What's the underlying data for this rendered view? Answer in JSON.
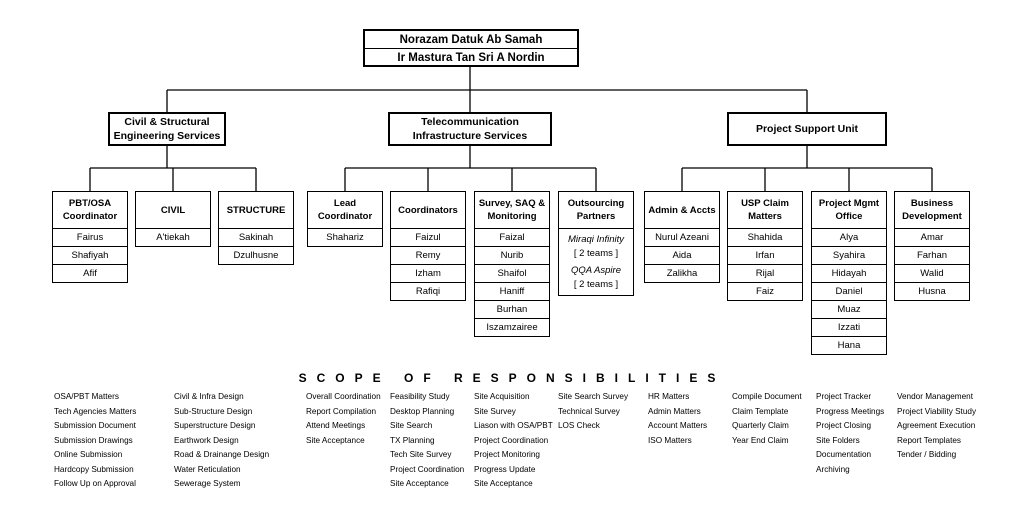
{
  "head": {
    "names": [
      "Norazam Datuk Ab Samah",
      "Ir Mastura Tan Sri A Nordin"
    ]
  },
  "divisions": [
    {
      "name": "Civil & Structural\nEngineering Services"
    },
    {
      "name": "Telecommunication\nInfrastructure Services"
    },
    {
      "name": "Project Support Unit"
    }
  ],
  "teams": [
    {
      "name": "PBT/OSA\nCoordinator",
      "members": [
        "Fairus",
        "Shafiyah",
        "Afif"
      ]
    },
    {
      "name": "CIVIL",
      "members": [
        "A'tiekah"
      ]
    },
    {
      "name": "STRUCTURE",
      "members": [
        "Sakinah",
        "Dzulhusne"
      ]
    },
    {
      "name": "Lead\nCoordinator",
      "members": [
        "Shahariz"
      ]
    },
    {
      "name": "Coordinators",
      "members": [
        "Faizul",
        "Remy",
        "Izham",
        "Rafiqi"
      ]
    },
    {
      "name": "Survey, SAQ &\nMonitoring",
      "members": [
        "Faizal",
        "Nurib",
        "Shaifol",
        "Haniff",
        "Burhan",
        "Iszamzairee"
      ]
    },
    {
      "name": "Outsourcing\nPartners",
      "partners": [
        {
          "name": "Miraqi Infinity",
          "teams": "[ 2 teams ]"
        },
        {
          "name": "QQA Aspire",
          "teams": "[ 2 teams ]"
        }
      ]
    },
    {
      "name": "Admin & Accts",
      "members": [
        "Nurul Azeani",
        "Aida",
        "Zalikha"
      ]
    },
    {
      "name": "USP Claim\nMatters",
      "members": [
        "Shahida",
        "Irfan",
        "Rijal",
        "Faiz"
      ]
    },
    {
      "name": "Project Mgmt\nOffice",
      "members": [
        "Alya",
        "Syahira",
        "Hidayah",
        "Daniel",
        "Muaz",
        "Izzati",
        "Hana"
      ]
    },
    {
      "name": "Business\nDevelopment",
      "members": [
        "Amar",
        "Farhan",
        "Walid",
        "Husna"
      ]
    }
  ],
  "scope": {
    "title": "SCOPE OF RESPONSIBILITIES",
    "columns": [
      [
        "OSA/PBT Matters",
        "Tech Agencies Matters",
        "Submission Document",
        "Submission Drawings",
        "Online Submission",
        "Hardcopy Submission",
        "Follow Up on Approval"
      ],
      [
        "Civil & Infra Design",
        "Sub-Structure Design",
        "Superstructure Design",
        "Earthwork Design",
        "Road & Drainange Design",
        "Water Reticulation",
        "Sewerage System"
      ],
      [
        "Overall Coordination",
        "Report Compilation",
        "Attend Meetings",
        "Site Acceptance"
      ],
      [
        "Feasibility Study",
        "Desktop Planning",
        "Site Search",
        "TX Planning",
        "Tech Site Survey",
        "Project Coordination",
        "Site Acceptance"
      ],
      [
        "Site Acquisition",
        "Site Survey",
        "Liason with OSA/PBT",
        "Project Coordination",
        "Project Monitoring",
        "Progress Update",
        "Site Acceptance"
      ],
      [
        "Site Search Survey",
        "Technical Survey",
        "LOS Check"
      ],
      [
        "HR Matters",
        "Admin Matters",
        "Account Matters",
        "ISO Matters"
      ],
      [
        "Compile Document",
        "Claim Template",
        "Quarterly Claim",
        "Year End Claim"
      ],
      [
        "Project Tracker",
        "Progress Meetings",
        "Project Closing",
        "Site Folders",
        "Documentation",
        "Archiving"
      ],
      [
        "Vendor Management",
        "Project Viability Study",
        "Agreement Execution",
        "Report Templates",
        "Tender / Bidding"
      ]
    ]
  }
}
